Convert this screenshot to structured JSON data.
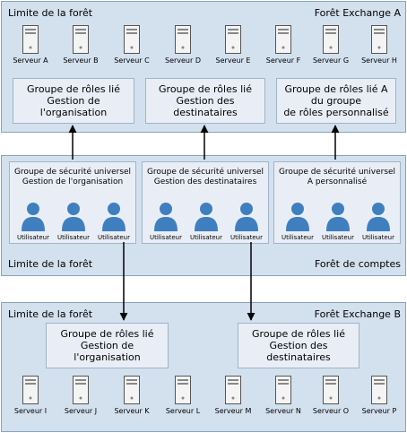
{
  "top_forest": {
    "label_left": "Limite de la forêt",
    "label_right": "Forêt Exchange A",
    "servers": [
      "Serveur A",
      "Serveur B",
      "Serveur C",
      "Serveur D",
      "Serveur E",
      "Serveur F",
      "Serveur G",
      "Serveur H"
    ],
    "role_groups": [
      "Groupe de rôles lié\nGestion de\nl'organisation",
      "Groupe de rôles lié\nGestion des\ndestinataires",
      "Groupe de rôles lié A\ndu groupe\nde rôles personnalisé"
    ]
  },
  "middle_forest": {
    "label_left": "Limite de la forêt",
    "label_right": "Forêt de comptes",
    "security_groups": [
      {
        "title": "Groupe de sécurité universel\nGestion de l'organisation",
        "users": [
          "Utilisateur",
          "Utilisateur",
          "Utilisateur"
        ]
      },
      {
        "title": "Groupe de sécurité universel\nGestion des destinataires",
        "users": [
          "Utilisateur",
          "Utilisateur",
          "Utilisateur"
        ]
      },
      {
        "title": "Groupe de sécurité universel\nA personnalisé",
        "users": [
          "Utilisateur",
          "Utilisateur",
          "Utilisateur"
        ]
      }
    ]
  },
  "bottom_forest": {
    "label_left": "Limite de la forêt",
    "label_right": "Forêt Exchange B",
    "role_groups": [
      "Groupe de rôles lié\nGestion de\nl'organisation",
      "Groupe de rôles lié\nGestion des\ndestinataires"
    ],
    "servers": [
      "Serveur I",
      "Serveur J",
      "Serveur K",
      "Serveur L",
      "Serveur M",
      "Serveur N",
      "Serveur O",
      "Serveur P"
    ]
  },
  "colors": {
    "forest_fill": "#d3e0ee",
    "box_fill": "#e9eef6",
    "user_icon": "#3f7fbf",
    "arrow": "#000000"
  },
  "icons": {
    "server": "server-icon",
    "user": "user-icon"
  }
}
